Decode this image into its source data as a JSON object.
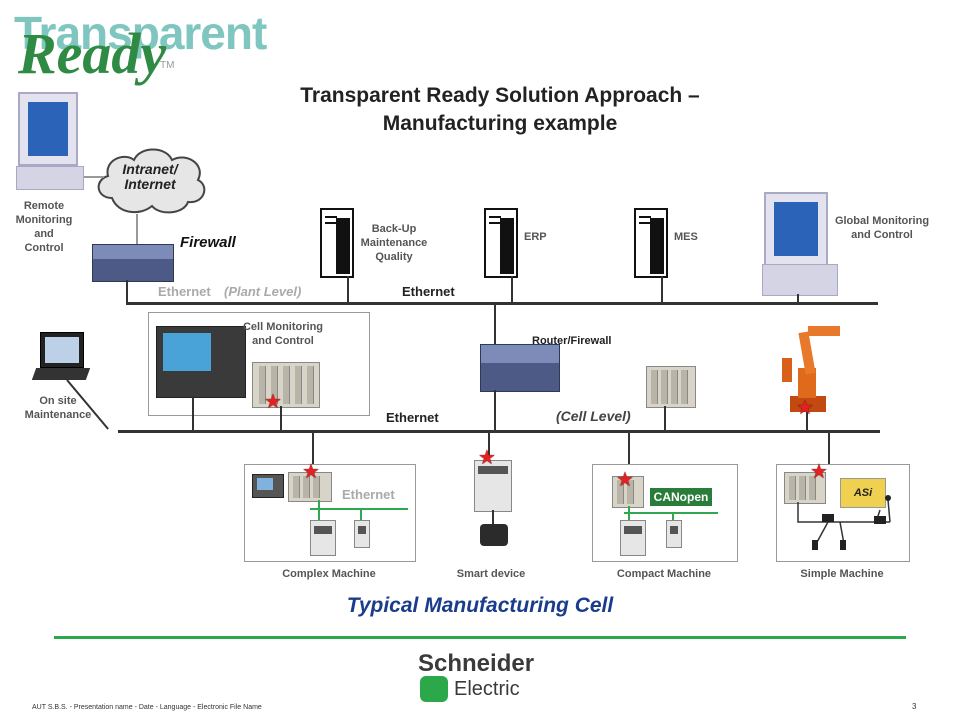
{
  "logo": {
    "line1": "Transparent",
    "line2": "Ready",
    "tm": "TM"
  },
  "title": {
    "line1": "Transparent Ready Solution Approach –",
    "line2": "Manufacturing example"
  },
  "cloud": {
    "line1": "Intranet/",
    "line2": "Internet"
  },
  "labels": {
    "remote": [
      "Remote",
      "Monitoring",
      "and",
      "Control"
    ],
    "firewall": "Firewall",
    "backup": [
      "Back-Up",
      "Maintenance",
      "Quality"
    ],
    "erp": "ERP",
    "mes": "MES",
    "global": [
      "Global Monitoring",
      "and Control"
    ],
    "ethernet_gray": "Ethernet",
    "plant_level": "(Plant Level)",
    "ethernet_plant": "Ethernet",
    "cell_monitoring": [
      "Cell Monitoring",
      "and Control"
    ],
    "router_firewall": "Router/Firewall",
    "onsite": [
      "On site",
      "Maintenance"
    ],
    "ethernet_cell": "Ethernet",
    "cell_level": "(Cell Level)",
    "ethernet_machine": "Ethernet",
    "canopen": "CANopen",
    "asi": "ASi",
    "complex": "Complex Machine",
    "smart": "Smart device",
    "compact": "Compact Machine",
    "simple": "Simple Machine"
  },
  "subtitle": "Typical Manufacturing Cell",
  "brand": {
    "line1": "Schneider",
    "line2": "Electric"
  },
  "footer": "AUT S.B.S. - Presentation name - Date - Language - Electronic File Name",
  "page_number": "3",
  "colors": {
    "subtitle": "#1a3c8c",
    "green_rule": "#2aa84a",
    "green_bus": "#2fa84f",
    "star": "#e42020"
  }
}
